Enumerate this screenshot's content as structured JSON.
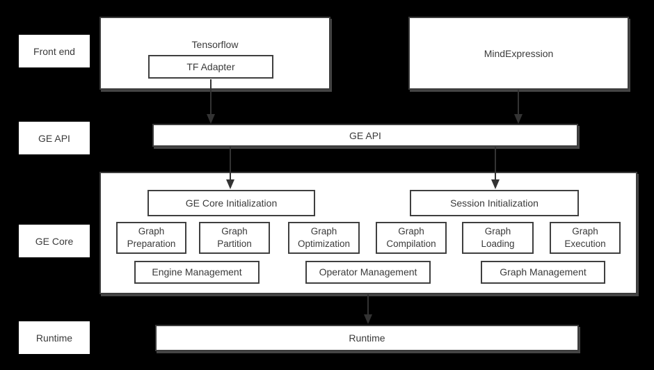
{
  "colors": {
    "background": "#000000",
    "box_background": "#ffffff",
    "border": "#3c3c3c",
    "text": "#3a3a3a",
    "arrow": "#333333"
  },
  "side_labels": {
    "front_end": "Front end",
    "ge_api": "GE API",
    "ge_core": "GE Core",
    "runtime": "Runtime"
  },
  "frontend": {
    "tensorflow_label": "Tensorflow",
    "tf_adapter_label": "TF Adapter",
    "mindexpression_label": "MindExpression"
  },
  "ge_api": {
    "bar_label": "GE API"
  },
  "ge_core": {
    "ge_core_init_label": "GE Core Initialization",
    "session_init_label": "Session Initialization",
    "pipeline": [
      {
        "line1": "Graph",
        "line2": "Preparation"
      },
      {
        "line1": "Graph",
        "line2": "Partition"
      },
      {
        "line1": "Graph",
        "line2": "Optimization"
      },
      {
        "line1": "Graph",
        "line2": "Compilation"
      },
      {
        "line1": "Graph",
        "line2": "Loading"
      },
      {
        "line1": "Graph",
        "line2": "Execution"
      }
    ],
    "management": [
      "Engine Management",
      "Operator Management",
      "Graph Management"
    ]
  },
  "runtime": {
    "bar_label": "Runtime"
  }
}
